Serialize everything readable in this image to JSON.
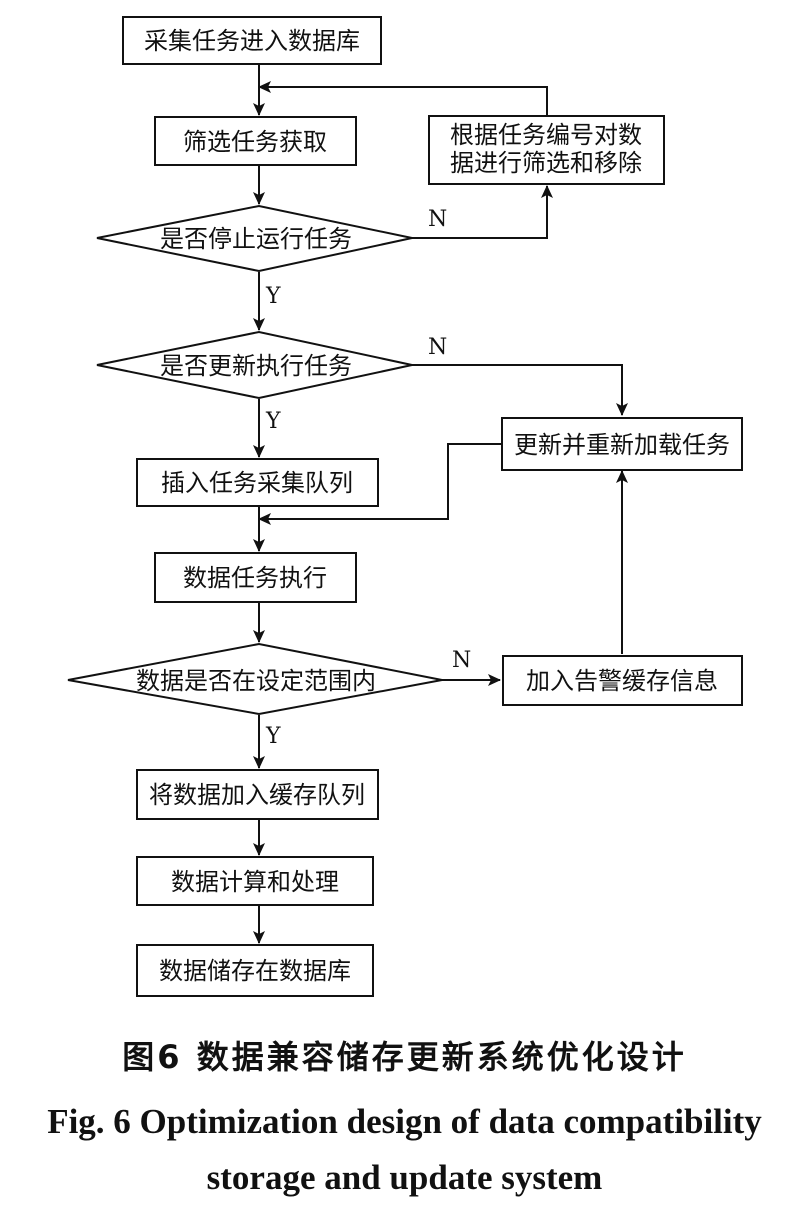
{
  "nodes": {
    "collect": "采集任务进入数据库",
    "filter": "筛选任务获取",
    "remove_line1": "根据任务编号对数",
    "remove_line2": "据进行筛选和移除",
    "stop_decision": "是否停止运行任务",
    "update_decision": "是否更新执行任务",
    "reload": "更新并重新加载任务",
    "insert_queue": "插入任务采集队列",
    "execute": "数据任务执行",
    "range_decision": "数据是否在设定范围内",
    "alarm": "加入告警缓存信息",
    "cache_queue": "将数据加入缓存队列",
    "compute": "数据计算和处理",
    "store": "数据储存在数据库"
  },
  "labels": {
    "yes": "Y",
    "no": "N"
  },
  "caption": {
    "cn": "图6  数据兼容储存更新系统优化设计",
    "en_line1": "Fig. 6  Optimization design of data compatibility",
    "en_line2": "storage and update system"
  }
}
